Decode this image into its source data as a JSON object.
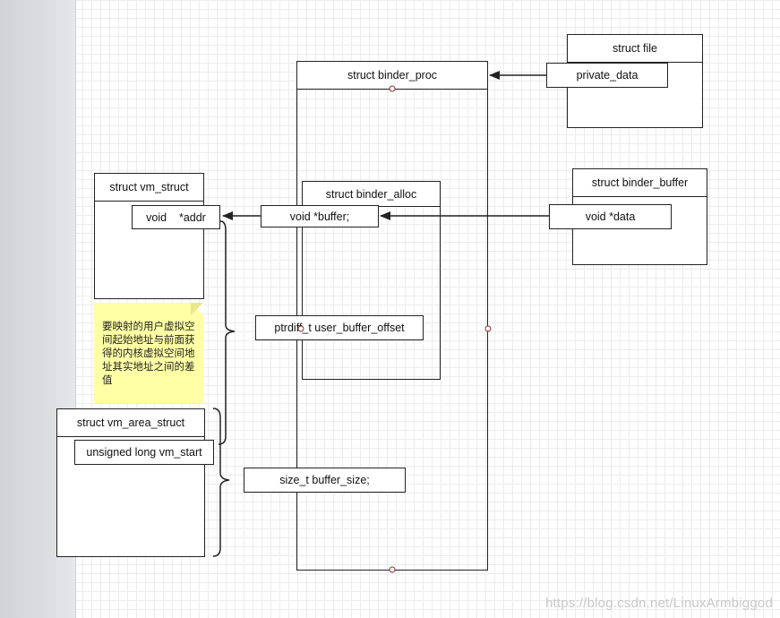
{
  "diagram": {
    "boxes": {
      "struct_file": {
        "title": "struct file",
        "fields": [
          "private_data"
        ]
      },
      "binder_proc": {
        "title": "struct binder_proc",
        "fields": [
          "void *buffer;",
          "ptrdiff_t user_buffer_offset",
          "size_t buffer_size;"
        ]
      },
      "binder_alloc": {
        "title": "struct binder_alloc"
      },
      "binder_buffer": {
        "title": "struct binder_buffer",
        "fields": [
          "void *data"
        ]
      },
      "vm_struct": {
        "title": "struct vm_struct",
        "fields": [
          "void    *addr"
        ]
      },
      "vm_area_struct": {
        "title": "struct vm_area_struct",
        "fields": [
          "unsigned long vm_start"
        ]
      }
    },
    "note": "要映射的用户虚拟空间起始地址与前面获得的内核虚拟空间地址其实地址之间的差值",
    "colors": {
      "line": "#222222",
      "note_bg": "#ffffa6",
      "connector": "#8b2f2f"
    }
  },
  "watermark": "https://blog.csdn.net/LinuxArmbiggod"
}
